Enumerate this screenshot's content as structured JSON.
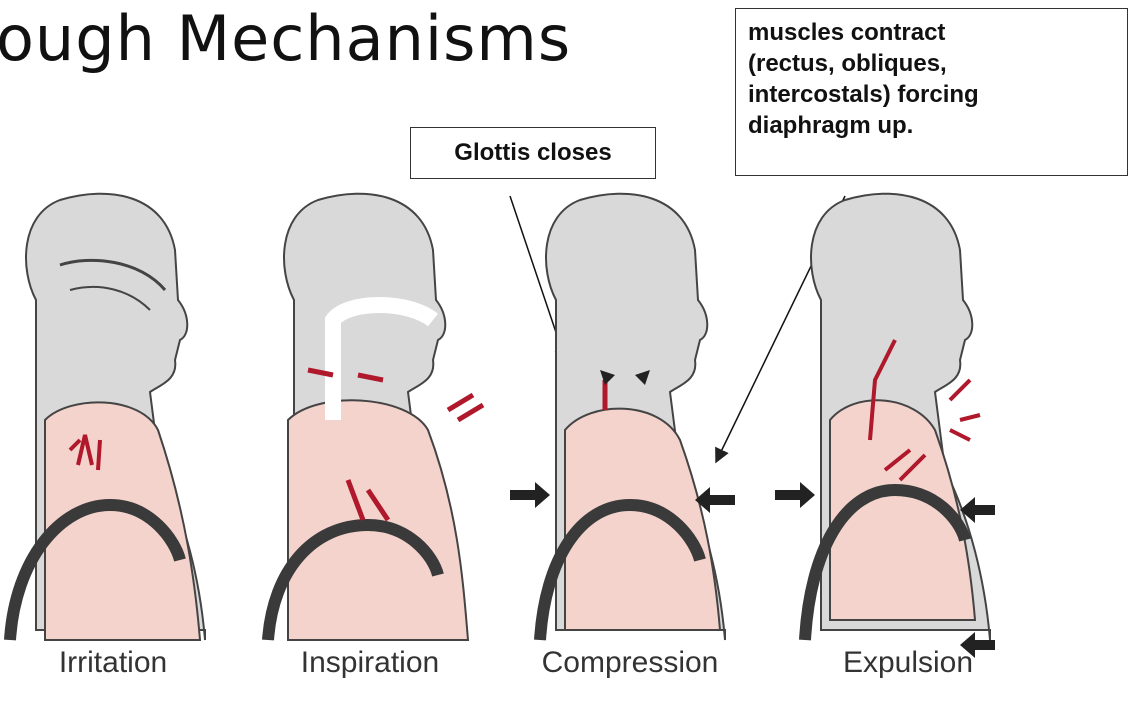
{
  "title": "ough Mechanisms",
  "callouts": {
    "glottis": "Glottis closes",
    "muscles": "muscles contract\n(rectus, obliques,\nintercostals) forcing\ndiaphragm up."
  },
  "stages": [
    {
      "label": "Irritation"
    },
    {
      "label": "Inspiration"
    },
    {
      "label": "Compression"
    },
    {
      "label": "Expulsion"
    }
  ],
  "colors": {
    "body_fill": "#d9d9d9",
    "lung_fill": "#f4d3cc",
    "arrow_red": "#b0182b",
    "outline": "#444444",
    "diaphragm": "#3a3a3a"
  }
}
